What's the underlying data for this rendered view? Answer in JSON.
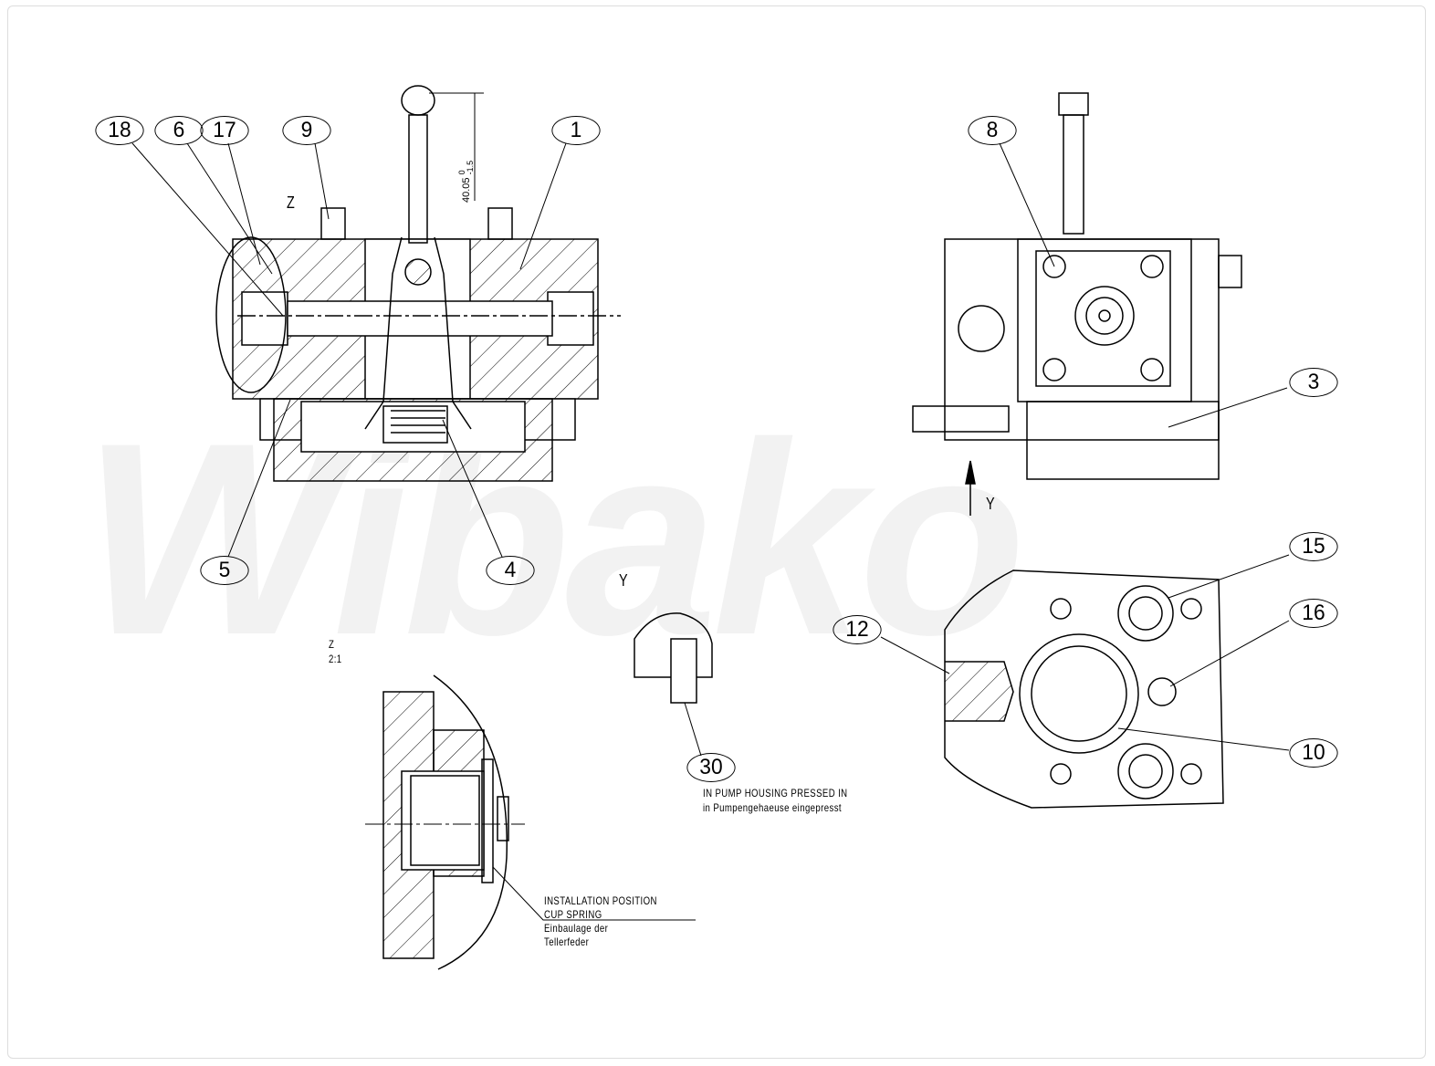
{
  "watermark": "Wibako",
  "balloons": [
    "18",
    "6",
    "17",
    "9",
    "1",
    "8",
    "3",
    "5",
    "4",
    "15",
    "16",
    "12",
    "10",
    "30"
  ],
  "section_labels": {
    "z_marker": "Z",
    "y_view": "Y",
    "y_arrow": "Y",
    "detail_name": "Z",
    "detail_scale": "2:1"
  },
  "dimension": {
    "nominal": "40.05",
    "upper": "0",
    "lower": "-1.5"
  },
  "notes": {
    "pressed_en": "IN PUMP HOUSING PRESSED IN",
    "pressed_de": "in Pumpengehaeuse eingepresst",
    "install_en_1": "INSTALLATION POSITION",
    "install_en_2": "CUP SPRING",
    "install_de_1": "Einbaulage der",
    "install_de_2": "Tellerfeder"
  }
}
